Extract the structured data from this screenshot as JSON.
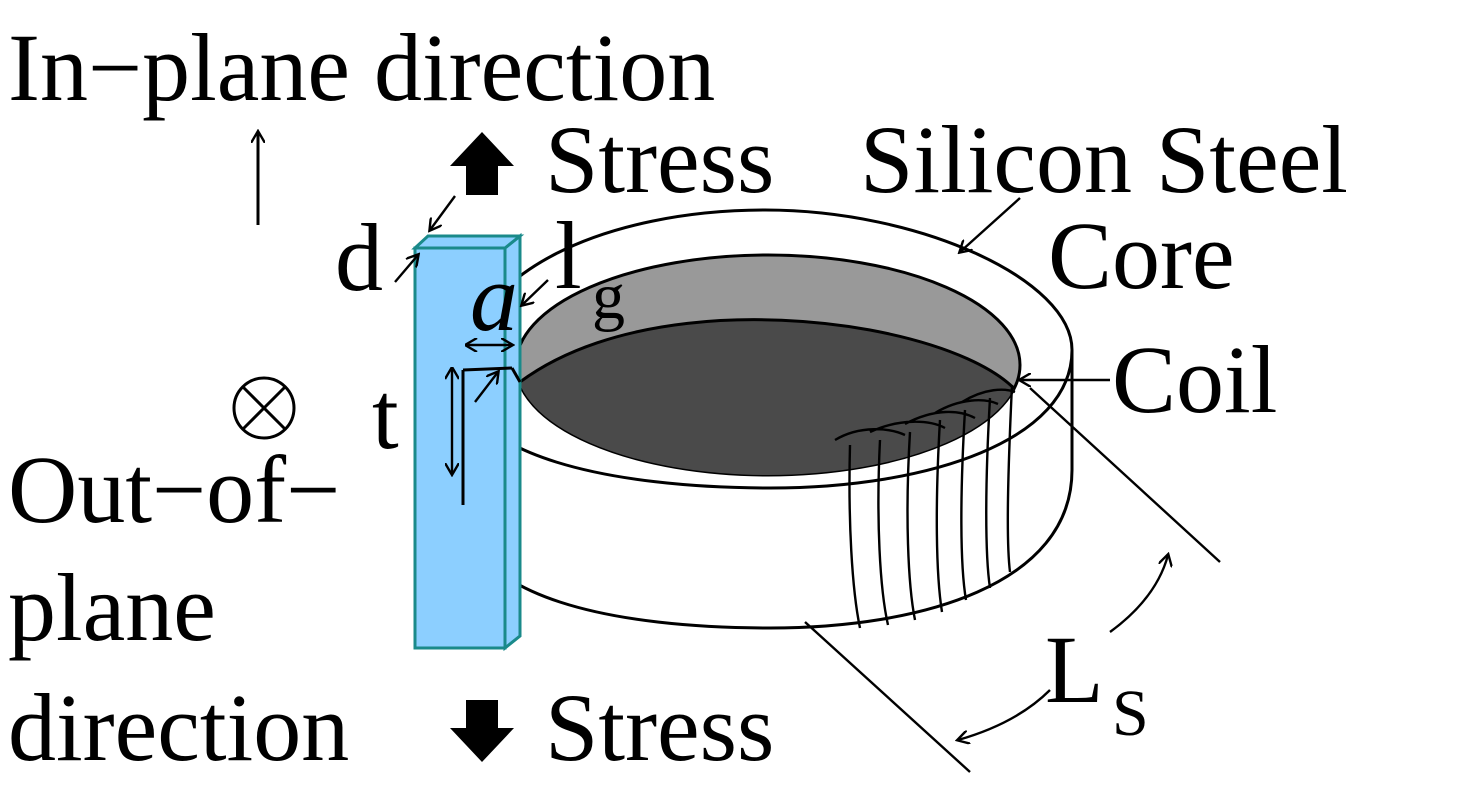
{
  "labels": {
    "in_plane": "In−plane direction",
    "stress_top": "Stress",
    "stress_bottom": "Stress",
    "silicon_steel": "Silicon Steel",
    "core": "Core",
    "coil": "Coil",
    "d": "d",
    "l": "l",
    "g": "g",
    "a": "a",
    "t": "t",
    "out_of_plane_1": "Out−of−",
    "out_of_plane_2": "plane",
    "out_of_plane_3": "direction",
    "ls_main": "L",
    "ls_sub": "S",
    "otimes": "⊗"
  },
  "colors": {
    "specimen_fill": "#8ccfff",
    "specimen_edge": "#1a8a8a",
    "core_inner_light": "#999999",
    "core_inner_dark": "#4a4a4a",
    "ink": "#000000"
  }
}
